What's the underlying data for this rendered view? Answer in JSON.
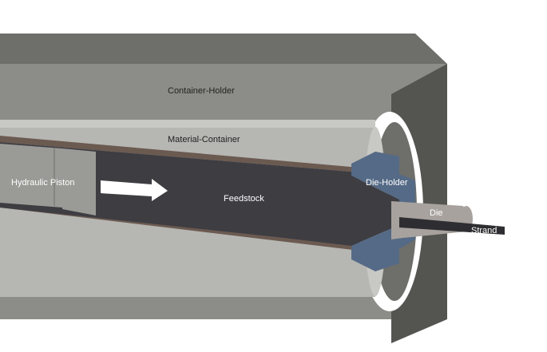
{
  "labels": {
    "container_holder": "Container-Holder",
    "material_container": "Material-Container",
    "hydraulic_piston": "Hydraulic Piston",
    "feedstock": "Feedstock",
    "die_holder": "Die-Holder",
    "die": "Die",
    "strand": "Strand"
  },
  "colors": {
    "holder_face": "#8c8c88",
    "holder_top": "#6e6e6a",
    "holder_side": "#545450",
    "container_face": "#b6b6b3",
    "container_top": "#c8c8c5",
    "liner": "#6b5a50",
    "piston": "#9a9a97",
    "feedstock": "#3d3d42",
    "die_holder": "#556a86",
    "die": "#a7a29d",
    "strand": "#2e2e32",
    "arrow": "#ffffff"
  },
  "icons": {
    "flow_arrow": "arrow-right-icon"
  }
}
